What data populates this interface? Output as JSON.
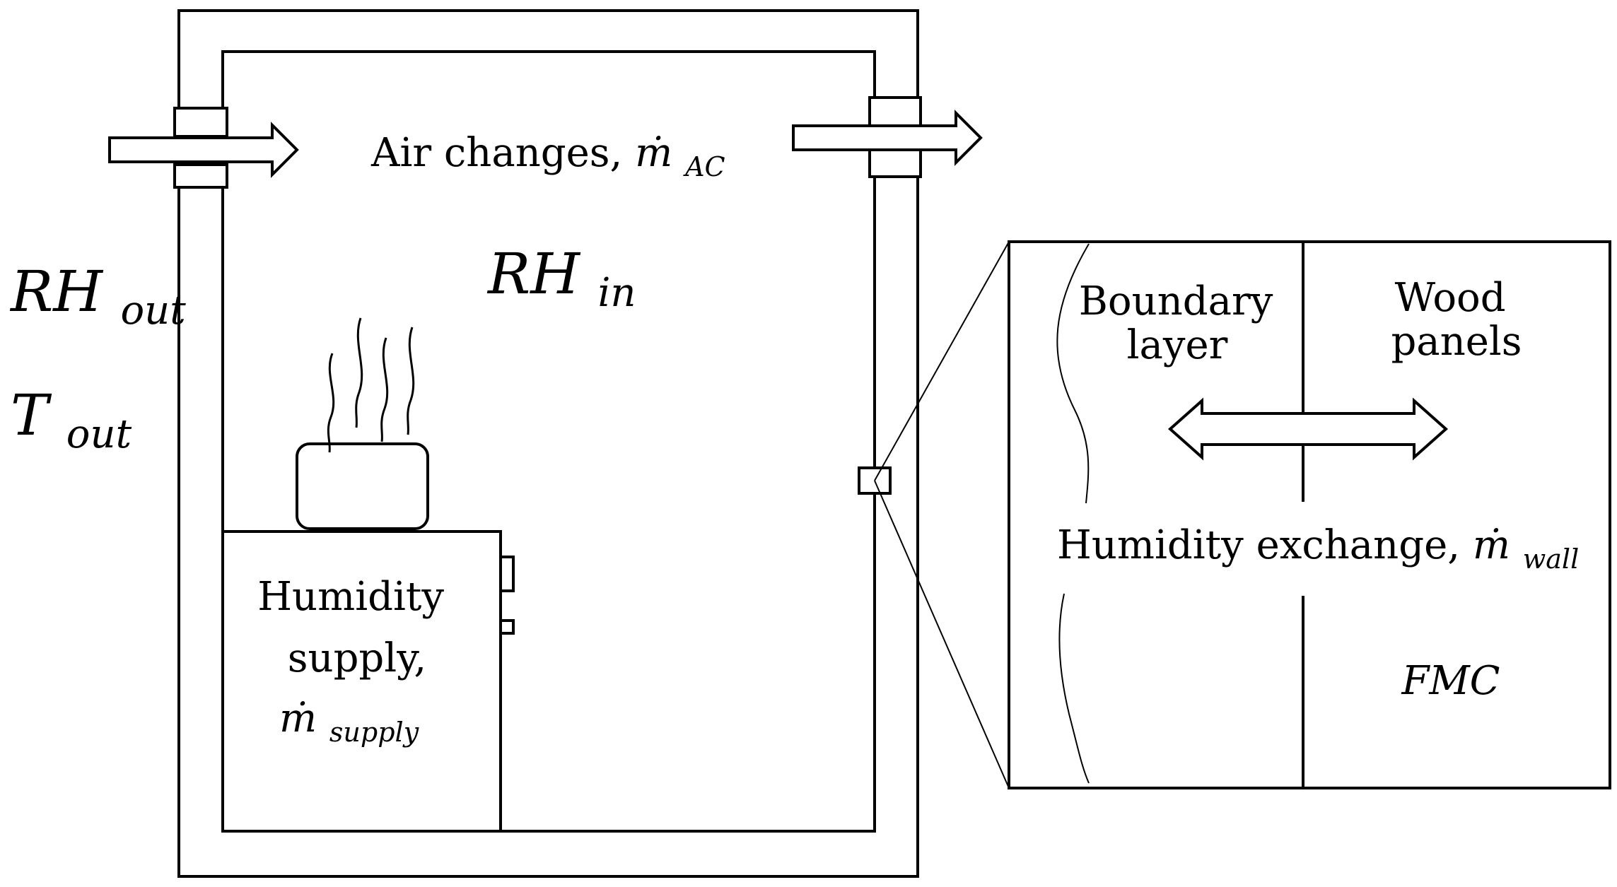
{
  "labels": {
    "air_changes": "Air changes,",
    "air_changes_sym": "ṁ",
    "air_changes_sub": "AC",
    "rh_in": "RH",
    "rh_in_sub": "in",
    "rh_out": "RH",
    "rh_out_sub": "out",
    "t_out": "T",
    "t_out_sub": "out",
    "humidity_supply_1": "Humidity",
    "humidity_supply_2": "supply,",
    "humidity_supply_sym": "ṁ",
    "humidity_supply_sub": "supply",
    "boundary_layer_1": "Boundary",
    "boundary_layer_2": "layer",
    "wood_panels_1": "Wood",
    "wood_panels_2": "panels",
    "humidity_exchange": "Humidity exchange,",
    "humidity_exchange_sym": "ṁ",
    "humidity_exchange_sub": "wall",
    "fmc": "FMC"
  }
}
